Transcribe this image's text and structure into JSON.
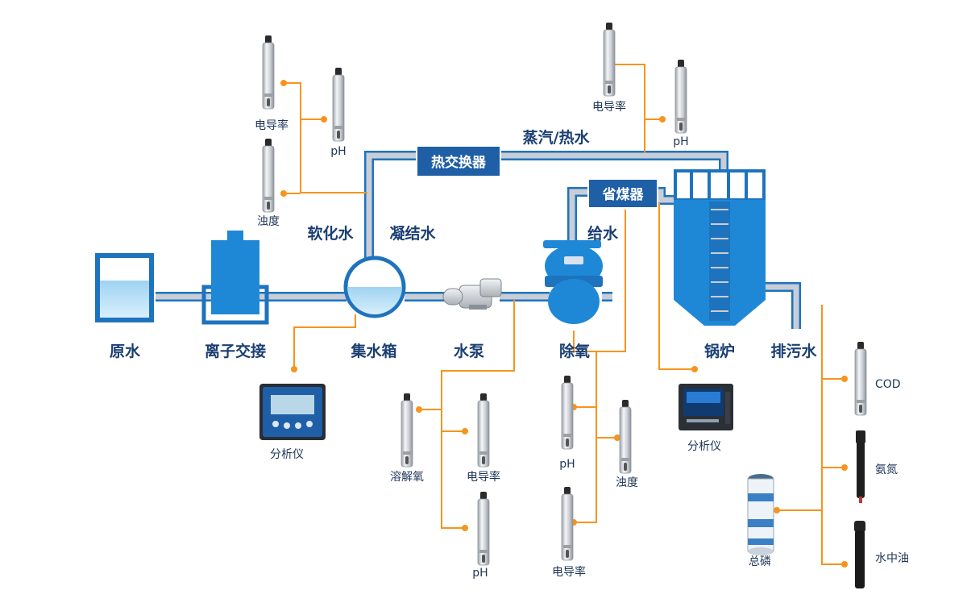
{
  "process": {
    "raw_water": "原水",
    "ion_exchange": "离子交接",
    "collection_tank": "集水箱",
    "pump": "水泵",
    "deaerator": "除氧",
    "boiler": "锅炉",
    "blowdown": "排污水",
    "softened_water": "软化水",
    "condensate": "凝结水",
    "feed_water": "给水",
    "steam_hot_water": "蒸汽/热水",
    "heat_exchanger": "热交换器",
    "economizer": "省煤器"
  },
  "sensors": {
    "softened_conductivity": "电导率",
    "softened_ph": "pH",
    "softened_turbidity": "浊度",
    "tank_analyzer": "分析仪",
    "pump_do": "溶解氧",
    "pump_conductivity": "电导率",
    "pump_ph": "pH",
    "feed_ph": "pH",
    "feed_turbidity": "浊度",
    "feed_conductivity": "电导率",
    "boiler_analyzer": "分析仪",
    "steam_conductivity": "电导率",
    "steam_ph": "pH",
    "blowdown_cod": "COD",
    "blowdown_ammonia": "氨氮",
    "blowdown_tp": "总磷",
    "blowdown_oil": "水中油"
  },
  "colors": {
    "pipe_outer": "#1e73be",
    "pipe_inner": "#c9ced6",
    "signal_line": "#f7941d",
    "vessel_blue": "#1e88d6",
    "box_blue": "#1f5fa6",
    "label_navy": "#1b3f73"
  },
  "icons": {
    "probe": "probe-sensor-icon",
    "analyzer": "analyzer-device-icon",
    "pump": "pump-icon"
  }
}
